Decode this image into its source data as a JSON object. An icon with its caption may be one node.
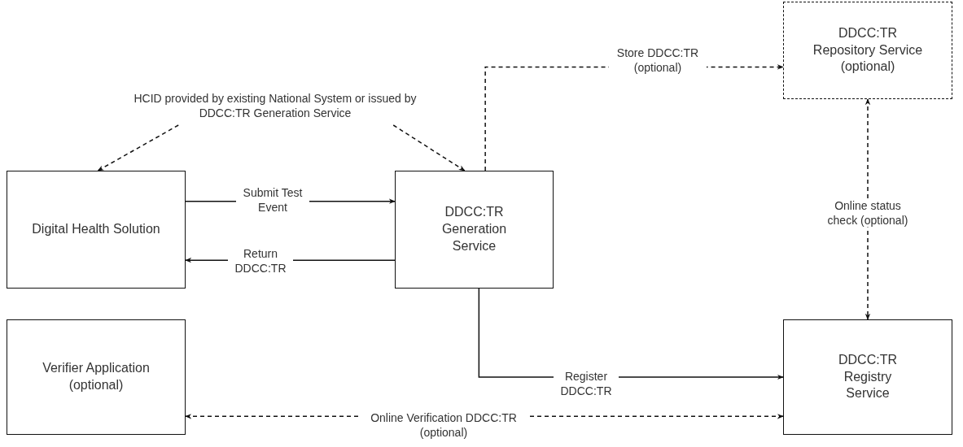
{
  "diagram": {
    "nodes": [
      {
        "text": [
          "HCID provided by existing National System or issued by DDCC:TR Generation Service"
        ]
      },
      {
        "text": [
          "DDCC:TR Repository Service (optional)"
        ]
      },
      {
        "text": [
          "Digital Health Solution"
        ]
      },
      {
        "text": [
          "DDCC:TR Generation Service"
        ]
      },
      {
        "text": [
          "Verifier Application (optional)"
        ]
      },
      {
        "text": [
          "DDCC:TR Registry Service"
        ]
      }
    ],
    "edges": [
      {
        "from": 0,
        "to": 2,
        "arrow": "to",
        "style": "dashed"
      },
      {
        "from": 0,
        "to": 3,
        "arrow": "to",
        "style": "dashed"
      },
      {
        "from": 3,
        "to": 1,
        "arrow": "to",
        "style": "dashed",
        "label": "Store DDCC:TR (optional)"
      },
      {
        "from": 2,
        "to": 3,
        "arrow": "to",
        "label": "Submit Test Event"
      },
      {
        "from": 3,
        "to": 2,
        "arrow": "to",
        "label": "Return DDCC:TR"
      },
      {
        "from": 1,
        "to": 5,
        "arrow": "both",
        "style": "dashed",
        "label": "Online status check (optional)"
      },
      {
        "from": 3,
        "to": 5,
        "arrow": "to",
        "label": "Register DDCC:TR"
      },
      {
        "from": 4,
        "to": 5,
        "arrow": "both",
        "style": "dashed",
        "label": "Online Verification DDCC:TR (optional)"
      }
    ]
  }
}
